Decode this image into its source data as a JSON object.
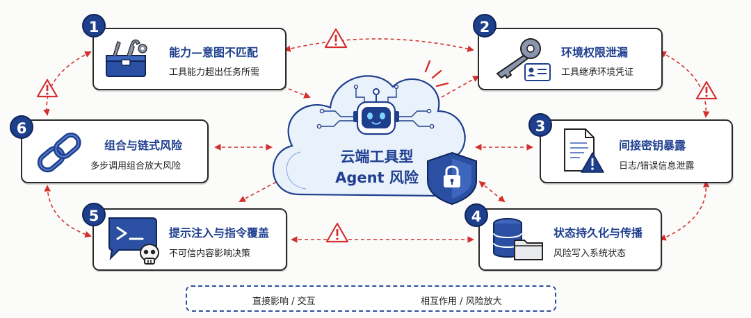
{
  "center": {
    "line1": "云端工具型",
    "line2": "Agent 风险"
  },
  "nodes": [
    {
      "number": "1",
      "title": "能力—意图不匹配",
      "subtitle": "工具能力超出任务所需",
      "icon": "toolbox-icon"
    },
    {
      "number": "2",
      "title": "环境权限泄漏",
      "subtitle": "工具继承环境凭证",
      "icon": "key-icon"
    },
    {
      "number": "3",
      "title": "间接密钥暴露",
      "subtitle": "日志/错误信息泄露",
      "icon": "document-warning-icon"
    },
    {
      "number": "4",
      "title": "状态持久化与传播",
      "subtitle": "风险写入系统状态",
      "icon": "database-icon"
    },
    {
      "number": "5",
      "title": "提示注入与指令覆盖",
      "subtitle": "不可信内容影响决策",
      "icon": "terminal-skull-icon"
    },
    {
      "number": "6",
      "title": "组合与链式风险",
      "subtitle": "多步调用组合放大风险",
      "icon": "chain-link-icon"
    }
  ],
  "legend": {
    "solid_label": "直接影响 / 交互",
    "dashed_label": "相互作用 / 风险放大"
  },
  "colors": {
    "navy": "#1e3f8c",
    "title_blue": "#1f3f8f",
    "risk_red": "#d32f2f",
    "cloud_fill": "#e9f1fb"
  }
}
